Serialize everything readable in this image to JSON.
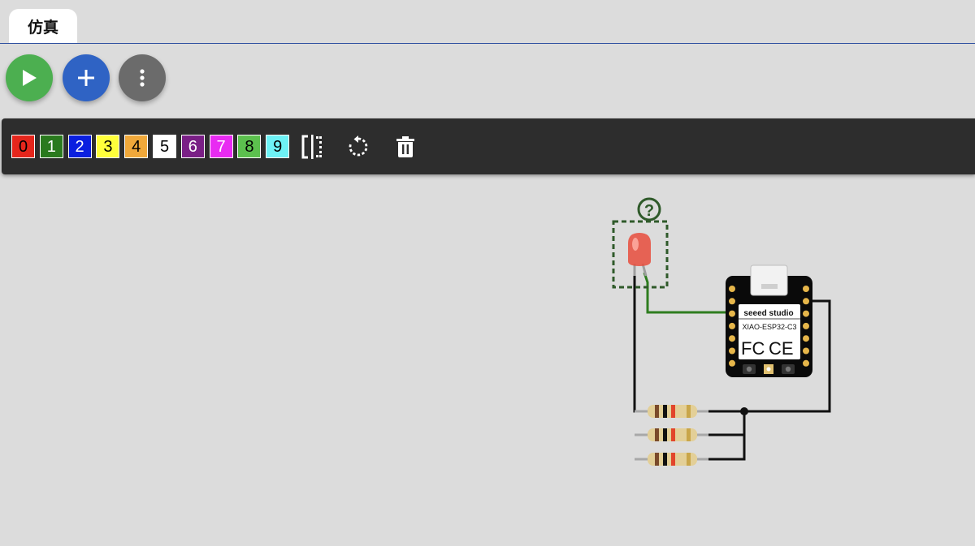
{
  "tabs": [
    {
      "label": "仿真",
      "active": true
    }
  ],
  "actions": {
    "run": {
      "icon": "play-icon",
      "color": "#4caf50"
    },
    "add": {
      "icon": "plus-icon",
      "color": "#2f63c4"
    },
    "more": {
      "icon": "more-vert-icon",
      "color": "#6b6b6b"
    }
  },
  "wire_colors": [
    {
      "label": "0",
      "bg": "#e5261c",
      "fg": "#000000"
    },
    {
      "label": "1",
      "bg": "#2a7a1e",
      "fg": "#ffffff"
    },
    {
      "label": "2",
      "bg": "#0a1fe0",
      "fg": "#ffffff"
    },
    {
      "label": "3",
      "bg": "#ffff3b",
      "fg": "#000000"
    },
    {
      "label": "4",
      "bg": "#f0a83a",
      "fg": "#000000"
    },
    {
      "label": "5",
      "bg": "#ffffff",
      "fg": "#000000"
    },
    {
      "label": "6",
      "bg": "#7a1f86",
      "fg": "#ffffff"
    },
    {
      "label": "7",
      "bg": "#e82bf2",
      "fg": "#ffffff"
    },
    {
      "label": "8",
      "bg": "#5cc04e",
      "fg": "#000000"
    },
    {
      "label": "9",
      "bg": "#6ef2f6",
      "fg": "#000000"
    }
  ],
  "tools": {
    "flip": {
      "icon": "flip-icon"
    },
    "rotate": {
      "icon": "rotate-icon"
    },
    "delete": {
      "icon": "delete-icon"
    }
  },
  "board": {
    "brand": "seeed studio",
    "model": "XIAO-ESP32-C3",
    "cert1": "FC",
    "cert2": "CE"
  },
  "help_marker": "?"
}
